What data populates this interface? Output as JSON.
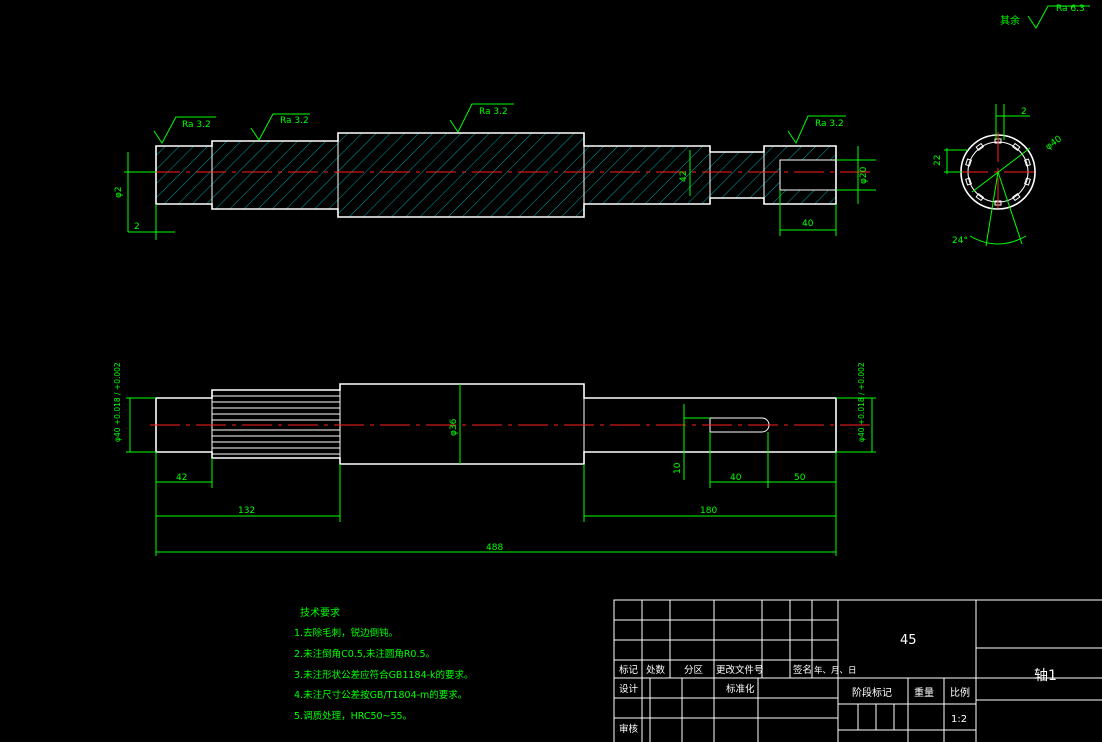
{
  "roughness": {
    "symbol": "Ra 3.2",
    "general_prefix": "其余",
    "general_value": "Ra 6.3"
  },
  "section_view": {
    "dim_left_dia": "φ2",
    "dim_left_len": "2",
    "dim_inner": "42",
    "dim_right_dia": "φ20",
    "dim_bore_len": "40"
  },
  "end_view": {
    "dim_2": "2",
    "dim_22": "22",
    "dim_phi40": "φ40",
    "dim_angle": "24°"
  },
  "front_view": {
    "tol_left": "φ40 +0.018 / +0.002",
    "tol_right": "φ40 +0.018 / +0.002",
    "dim_phi36": "φ36",
    "dim_10": "10",
    "dim_40": "40",
    "dim_50": "50",
    "dim_42": "42",
    "dim_132": "132",
    "dim_180": "180",
    "dim_488": "488"
  },
  "tech_req": {
    "title": "技术要求",
    "items": [
      "1.去除毛刺，锐边倒钝。",
      "2.未注倒角C0.5,未注圆角R0.5。",
      "3.未注形状公差应符合GB1184-k的要求。",
      "4.未注尺寸公差按GB/T1804-m的要求。",
      "5.调质处理，HRC50~55。"
    ]
  },
  "title_block": {
    "material": "45",
    "part_name": "轴1",
    "headers": [
      "标记",
      "处数",
      "分区",
      "更改文件号",
      "签名",
      "年、月、日"
    ],
    "design": "设计",
    "standardize": "标准化",
    "review": "审核",
    "stage_mark": "阶段标记",
    "weight": "重量",
    "scale": "比例",
    "scale_value": "1:2"
  }
}
